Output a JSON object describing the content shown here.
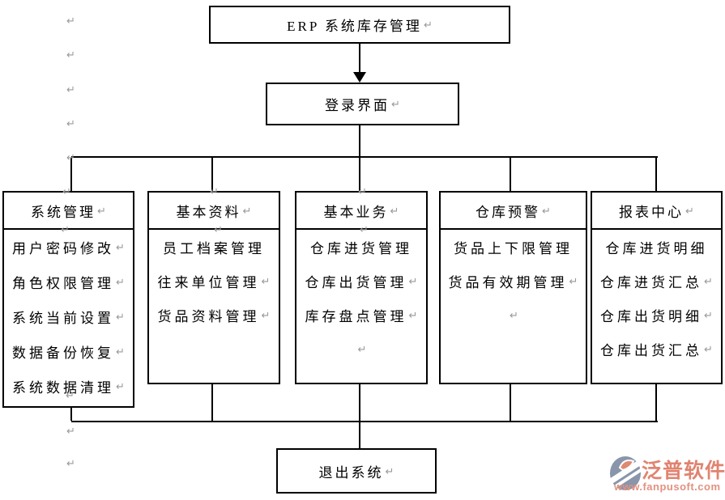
{
  "pilcrow": "↵",
  "colors": {
    "line": "#000000",
    "mark_gray": "#999999",
    "brand_text": "#e08370",
    "url_text": "#e39180",
    "logo_gray": "#8995aa",
    "logo_salmon": "#dd8a72"
  },
  "diagram": {
    "title_box": "ERP 系统库存管理",
    "login_box": "登录界面",
    "exit_box": "退出系统",
    "columns": [
      {
        "header": "系统管理",
        "items": [
          {
            "text": "用户密码修改",
            "mark": true
          },
          {
            "text": "角色权限管理",
            "mark": true
          },
          {
            "text": "系统当前设置",
            "mark": true
          },
          {
            "text": "数据备份恢复",
            "mark": true
          },
          {
            "text": "系统数据清理",
            "mark": true
          }
        ]
      },
      {
        "header": "基本资料",
        "items": [
          {
            "text": "员工档案管理",
            "mark": false
          },
          {
            "text": "往来单位管理",
            "mark": true
          },
          {
            "text": "货品资料管理",
            "mark": true
          }
        ]
      },
      {
        "header": "基本业务",
        "items": [
          {
            "text": "仓库进货管理",
            "mark": false
          },
          {
            "text": "仓库出货管理",
            "mark": true
          },
          {
            "text": "库存盘点管理",
            "mark": true
          },
          {
            "text": "",
            "mark": true
          }
        ]
      },
      {
        "header": "仓库预警",
        "items": [
          {
            "text": "货品上下限管理",
            "mark": false
          },
          {
            "text": "货品有效期管理",
            "mark": true
          },
          {
            "text": "",
            "mark": true
          }
        ]
      },
      {
        "header": "报表中心",
        "items": [
          {
            "text": "仓库进货明细",
            "mark": false
          },
          {
            "text": "仓库进货汇总",
            "mark": true
          },
          {
            "text": "仓库出货明细",
            "mark": true
          },
          {
            "text": "仓库出货汇总",
            "mark": true
          }
        ]
      }
    ]
  },
  "watermark": {
    "brand": "泛普软件",
    "url": "www.fanpusoft.com"
  }
}
